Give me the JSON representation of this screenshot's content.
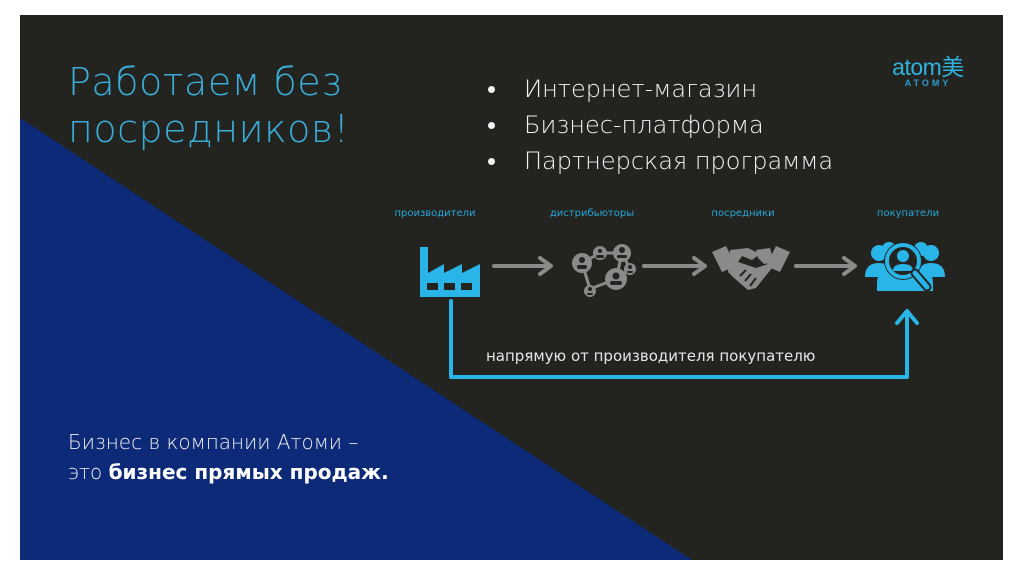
{
  "slide": {
    "title_line1": "Работаем без",
    "title_line2": "посредников!",
    "bullets": [
      "Интернет-магазин",
      "Бизнес-платформа",
      "Партнерская программа"
    ],
    "logo": {
      "main": "atom美",
      "sub": "ATOMY"
    },
    "chain": {
      "stages": [
        {
          "label": "производители",
          "icon": "factory-icon"
        },
        {
          "label": "дистрибьюторы",
          "icon": "network-icon"
        },
        {
          "label": "посредники",
          "icon": "handshake-icon"
        },
        {
          "label": "покупатели",
          "icon": "customers-search-icon"
        }
      ],
      "direct_label": "напрямую от производителя покупателю"
    },
    "bottom": {
      "line1": "Бизнес в компании Атоми –",
      "line2_prefix": "это",
      "line2_bold": "бизнес прямых продаж."
    },
    "colors": {
      "background": "#232320",
      "accent_blue": "#29b5e8",
      "triangle_blue": "#0d2a78",
      "gray_icon": "#8a8a88"
    }
  }
}
